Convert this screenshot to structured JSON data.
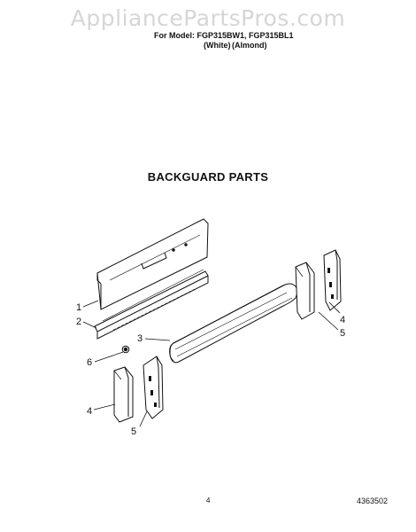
{
  "header": {
    "watermark": "AppliancePartsPros.com",
    "model_line": "For Model: FGP315BW1, FGP315BL1",
    "color_white": "(White)",
    "color_almond": "(Almond)"
  },
  "title": "BACKGUARD PARTS",
  "callouts": {
    "c1": "1",
    "c2": "2",
    "c3": "3",
    "c4_right": "4",
    "c5_right": "5",
    "c6": "6",
    "c4_left": "4",
    "c5_left": "5"
  },
  "footer": {
    "page_number": "4",
    "doc_number": "4363502"
  }
}
